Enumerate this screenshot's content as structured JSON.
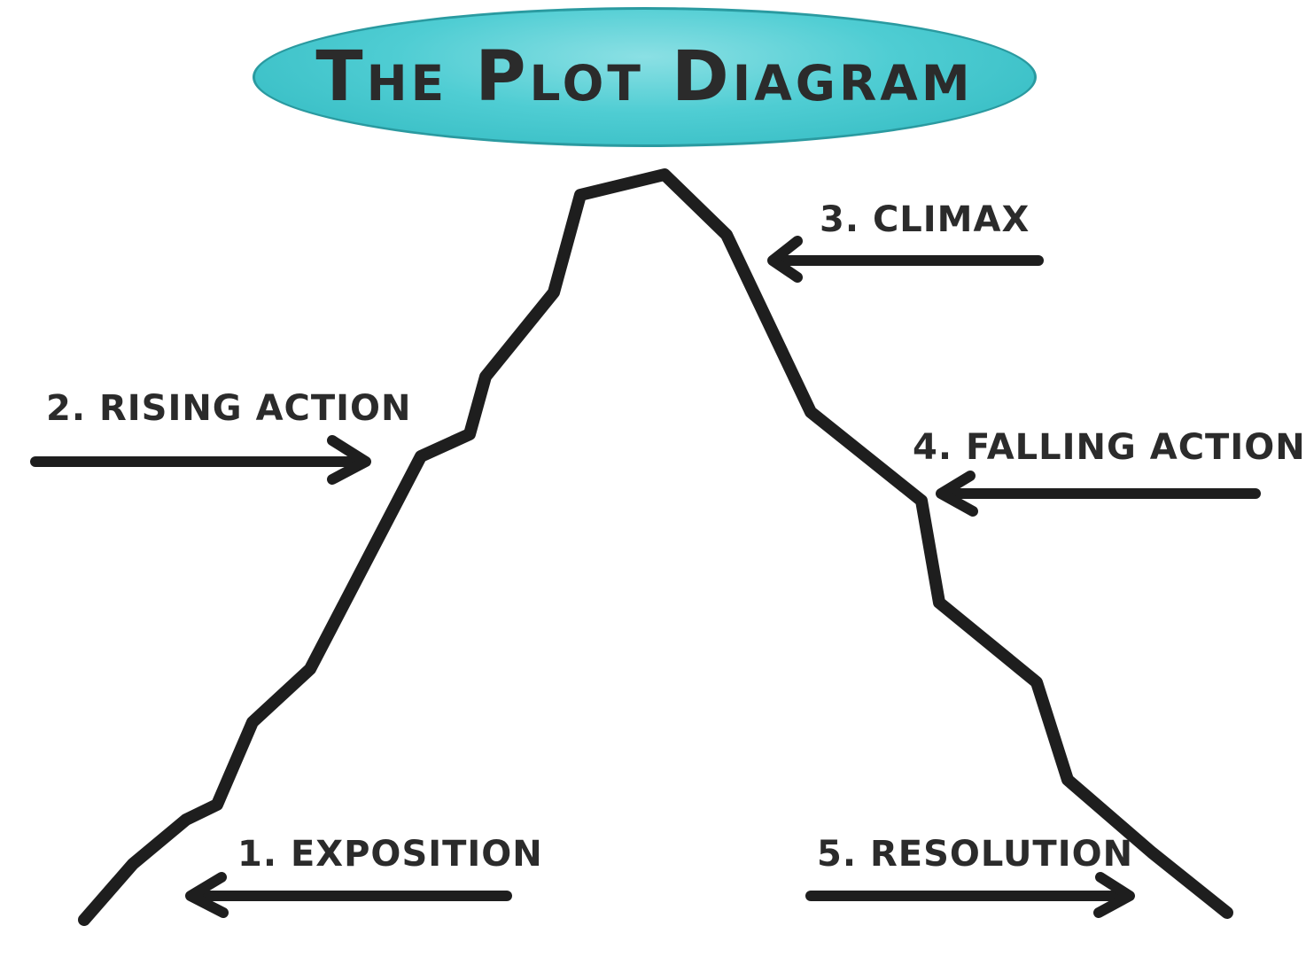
{
  "title": "The Plot Diagram",
  "colors": {
    "oval_fill": "#4fcdd3",
    "oval_border": "#2a9aa0",
    "line": "#1e1e1e",
    "text": "#2b2b2b"
  },
  "labels": {
    "climax": "3. Climax",
    "rising_action": "2. Rising Action",
    "falling_action": "4. Falling Action",
    "exposition": "1. Exposition",
    "resolution": "5. Resolution"
  }
}
